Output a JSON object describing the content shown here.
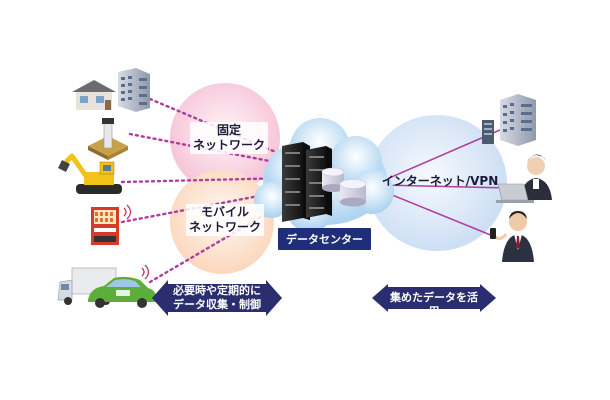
{
  "diagram": {
    "fixed_network": {
      "line1": "固定",
      "line2": "ネットワーク"
    },
    "mobile_network": {
      "line1": "モバイル",
      "line2": "ネットワーク"
    },
    "datacenter_label": "データセンター",
    "internet_label": "インターネット/VPN",
    "left_arrow": {
      "line1": "必要時や定期的に",
      "line2": "データ収集・制御"
    },
    "right_arrow": "集めたデータを活用",
    "colors": {
      "fixed_cloud": "#f9d3e1",
      "mobile_cloud": "#fde3d0",
      "datacenter_cloud": "#bcdcf3",
      "internet_cloud": "#dbe8f7",
      "link_line": "#b03d9e",
      "arrow": "#2a2e6f",
      "label_bg": "#1f2e78"
    },
    "icons": [
      "house-icon",
      "office-building-icon",
      "sensor-post-icon",
      "excavator-icon",
      "vending-machine-icon",
      "truck-icon",
      "car-icon",
      "server-rack-icon",
      "storage-disk-icon",
      "office-worker-laptop-icon",
      "businessman-phone-icon"
    ]
  }
}
